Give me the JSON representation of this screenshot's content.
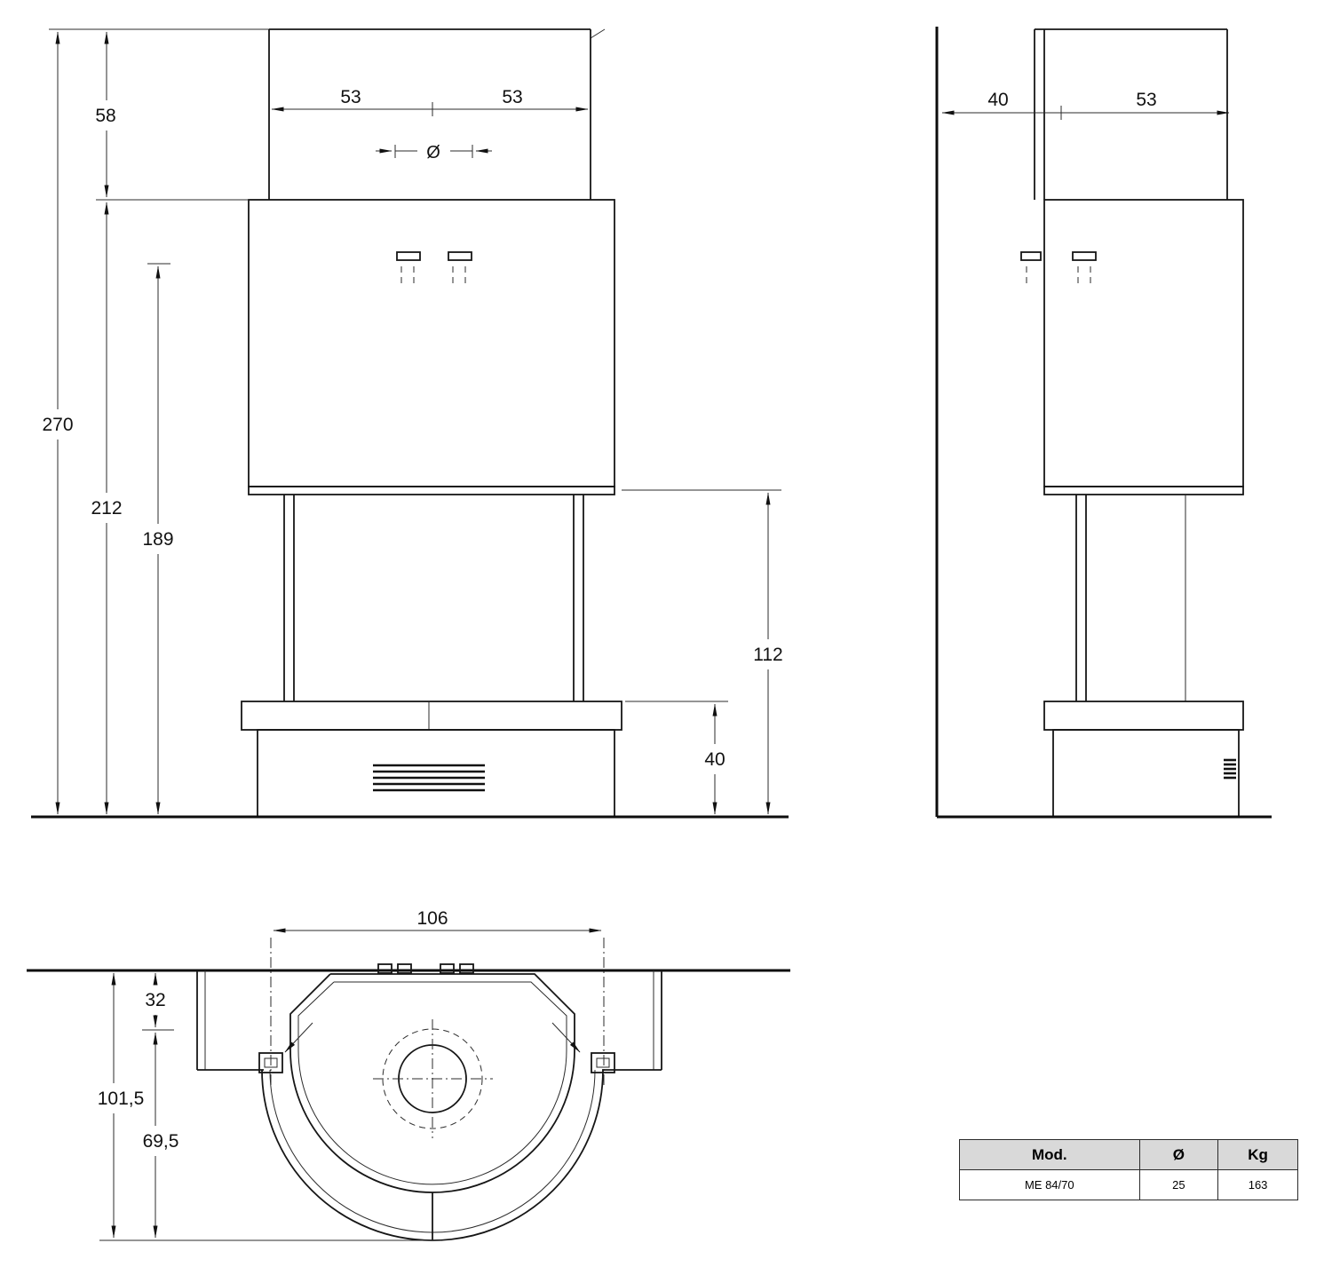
{
  "front_view": {
    "dim_53_left": "53",
    "dim_53_right": "53",
    "dim_diameter_symbol": "Ø",
    "dim_58": "58",
    "dim_270": "270",
    "dim_212": "212",
    "dim_189": "189",
    "dim_112": "112",
    "dim_40": "40"
  },
  "side_view": {
    "dim_40": "40",
    "dim_53": "53"
  },
  "top_view": {
    "dim_106": "106",
    "dim_32": "32",
    "dim_101_5": "101,5",
    "dim_69_5": "69,5"
  },
  "spec_table": {
    "headers": {
      "model": "Mod.",
      "diameter": "Ø",
      "weight": "Kg"
    },
    "row": {
      "model": "ME 84/70",
      "diameter": "25",
      "weight": "163"
    }
  }
}
